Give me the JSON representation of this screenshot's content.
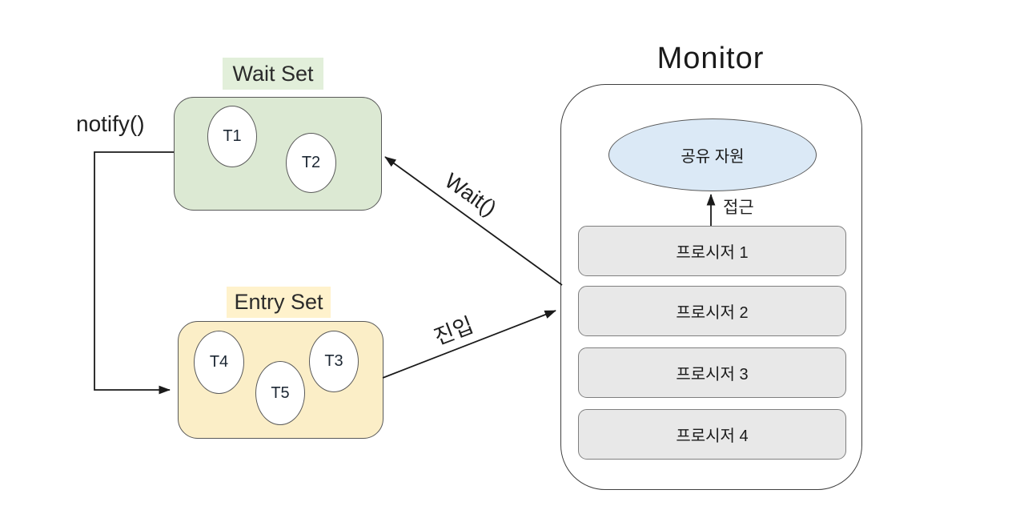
{
  "diagram": {
    "monitor": {
      "title": "Monitor",
      "shared_resource_label": "공유 자원",
      "access_label": "접근",
      "procedures": [
        "프로시저 1",
        "프로시저 2",
        "프로시저 3",
        "프로시저 4"
      ]
    },
    "wait_set": {
      "label": "Wait Set",
      "threads": [
        "T1",
        "T2"
      ]
    },
    "entry_set": {
      "label": "Entry Set",
      "threads": [
        "T4",
        "T5",
        "T3"
      ]
    },
    "edges": {
      "notify_label": "notify()",
      "wait_label": "Wait()",
      "enter_label": "진입"
    },
    "colors": {
      "wait_set_fill": "#dce9d3",
      "wait_label_bg": "#e2efda",
      "entry_set_fill": "#fbeec7",
      "entry_label_bg": "#fff2cc",
      "shared_resource_fill": "#dbe9f6",
      "procedure_fill": "#e8e8e8",
      "outline": "#595959",
      "monitor_outline": "#404040",
      "arrow": "#1a1a1a"
    }
  }
}
